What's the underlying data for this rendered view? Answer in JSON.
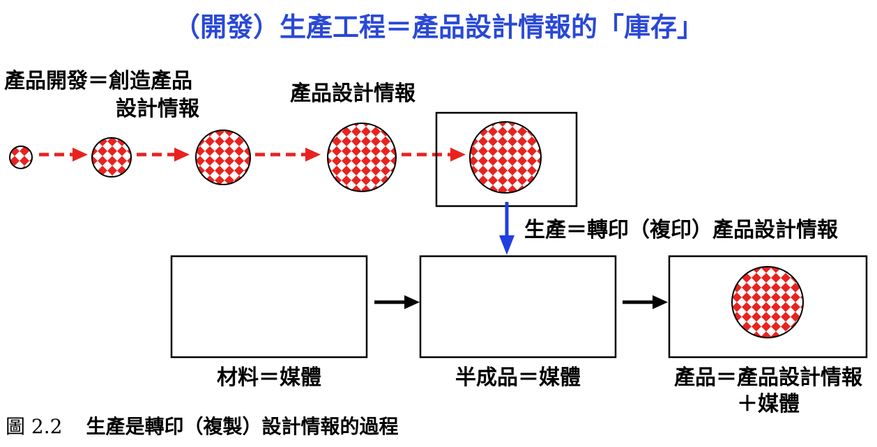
{
  "title": "（開發）生產工程＝產品設計情報的「庫存」",
  "labels": {
    "dev_line1": "產品開發＝創造產品",
    "dev_line2": "設計情報",
    "design_info": "產品設計情報",
    "production": "生產＝轉印（複印）產品設計情報",
    "material": "材料＝媒體",
    "semi": "半成品＝媒體",
    "product_line1": "產品＝產品設計情報",
    "product_line2": "＋媒體"
  },
  "caption": {
    "number": "圖 2.2",
    "text": "生產是轉印（複製）設計情報的過程"
  },
  "colors": {
    "title": "#2a49d6",
    "dashed_arrow": "#e8231f",
    "production_arrow": "#1f3fe0",
    "flow_arrow": "#000000",
    "checker": "#e8231f"
  }
}
